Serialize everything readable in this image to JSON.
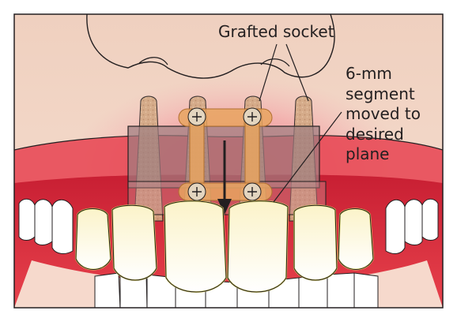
{
  "labels": {
    "grafted_socket": "Grafted socket",
    "segment_lines": [
      "6-mm",
      "segment",
      "moved to",
      "desired",
      "plane"
    ]
  },
  "colors": {
    "background": "#ffffff",
    "skin": "#f4d6c4",
    "gum": "#e23240",
    "tooth": "#fdfbe6",
    "tooth_outline": "#e6df6e",
    "plate": "#e8a560",
    "segment_box": "#9c7d80",
    "outline": "#231f20"
  },
  "icons": [
    "screw-icon",
    "arrow-down-icon"
  ]
}
